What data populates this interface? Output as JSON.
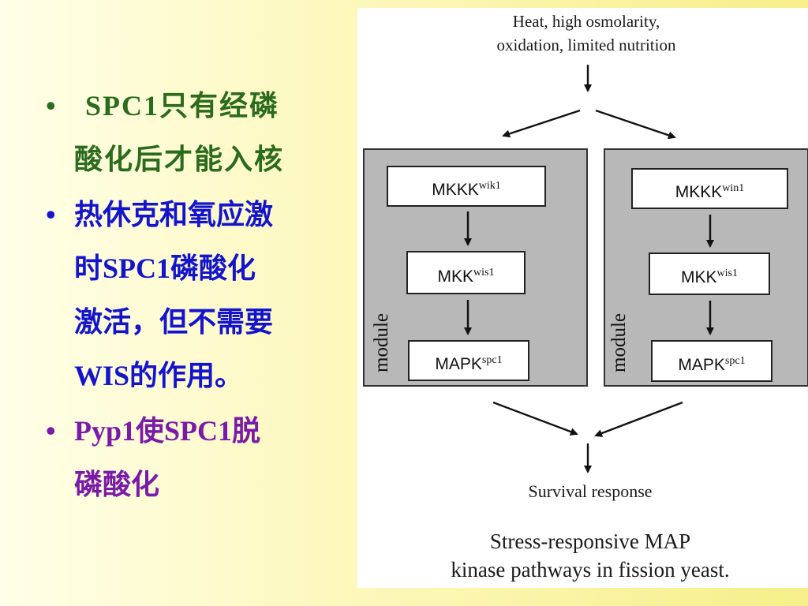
{
  "bullets": [
    {
      "dot": "•",
      "lines": [
        "SPC1只有经磷",
        "酸化后才能入核"
      ]
    },
    {
      "dot": "•",
      "lines": [
        "热休克和氧应激",
        "时SPC1磷酸化",
        "激活，但不需要",
        "WIS的作用。"
      ]
    },
    {
      "dot": "•",
      "lines": [
        "Pyp1使SPC1脱",
        "磷酸化"
      ]
    }
  ],
  "figure": {
    "stimulus_line1": "Heat, high osmolarity,",
    "stimulus_line2": "oxidation, limited nutrition",
    "module_label": "module",
    "left_module": {
      "mkkk": {
        "base": "MKKK",
        "sup": "wik1"
      },
      "mkk": {
        "base": "MKK",
        "sup": "wis1"
      },
      "mapk": {
        "base": "MAPK",
        "sup": "spc1"
      }
    },
    "right_module": {
      "mkkk": {
        "base": "MKKK",
        "sup": "win1"
      },
      "mkk": {
        "base": "MKK",
        "sup": "wis1"
      },
      "mapk": {
        "base": "MAPK",
        "sup": "spc1"
      }
    },
    "output": "Survival response",
    "caption_line1": "Stress-responsive MAP",
    "caption_line2": "kinase pathways in fission yeast."
  }
}
